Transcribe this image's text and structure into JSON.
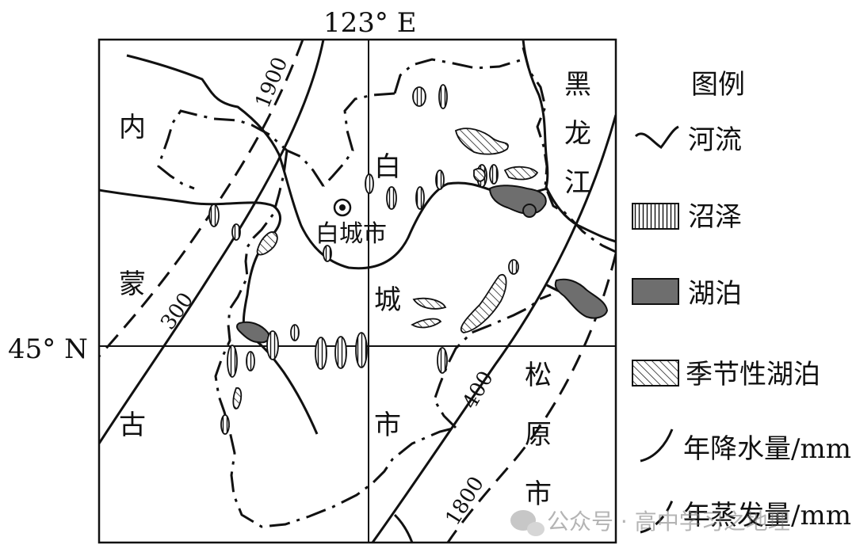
{
  "coords": {
    "longitude_label": "123° E",
    "latitude_label": "45° N"
  },
  "regions": {
    "neimenggu": [
      "内",
      "蒙",
      "古"
    ],
    "heilongjiang": [
      "黑",
      "龙",
      "江"
    ],
    "baicheng_region": [
      "白",
      "城",
      "市"
    ],
    "songyuan": [
      "松",
      "原",
      "市"
    ]
  },
  "city": {
    "name": "白城市"
  },
  "isolines": {
    "precip_300": "300",
    "precip_400": "400",
    "evap_1900": "1900",
    "evap_1800": "1800"
  },
  "legend": {
    "title": "图例",
    "items": [
      {
        "key": "river",
        "label": "河流"
      },
      {
        "key": "marsh",
        "label": "沼泽"
      },
      {
        "key": "lake",
        "label": "湖泊"
      },
      {
        "key": "seasonal_lake",
        "label": "季节性湖泊"
      },
      {
        "key": "precipitation",
        "label": "年降水量/mm"
      },
      {
        "key": "evaporation",
        "label": "年蒸发量/mm"
      }
    ]
  },
  "watermark": "公众号 · 高中学习之地理",
  "colors": {
    "ink": "#111111",
    "lake_fill": "#6e6e6e"
  }
}
